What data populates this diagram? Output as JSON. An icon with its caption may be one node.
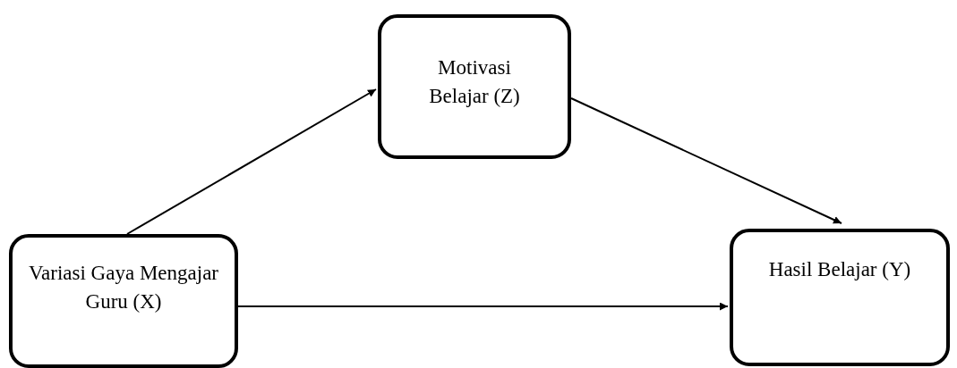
{
  "diagram": {
    "nodes": [
      {
        "text": [
          "Motivasi Belajar (Z)"
        ]
      },
      {
        "text": [
          "Variasi Gaya Mengajar Guru (X)"
        ]
      },
      {
        "text": [
          "Hasil Belajar (Y)"
        ]
      }
    ],
    "edges": [
      {
        "from": 1,
        "to": 0,
        "arrow": "to"
      },
      {
        "from": 0,
        "to": 2,
        "arrow": "to"
      },
      {
        "from": 1,
        "to": 2,
        "arrow": "to"
      }
    ]
  }
}
